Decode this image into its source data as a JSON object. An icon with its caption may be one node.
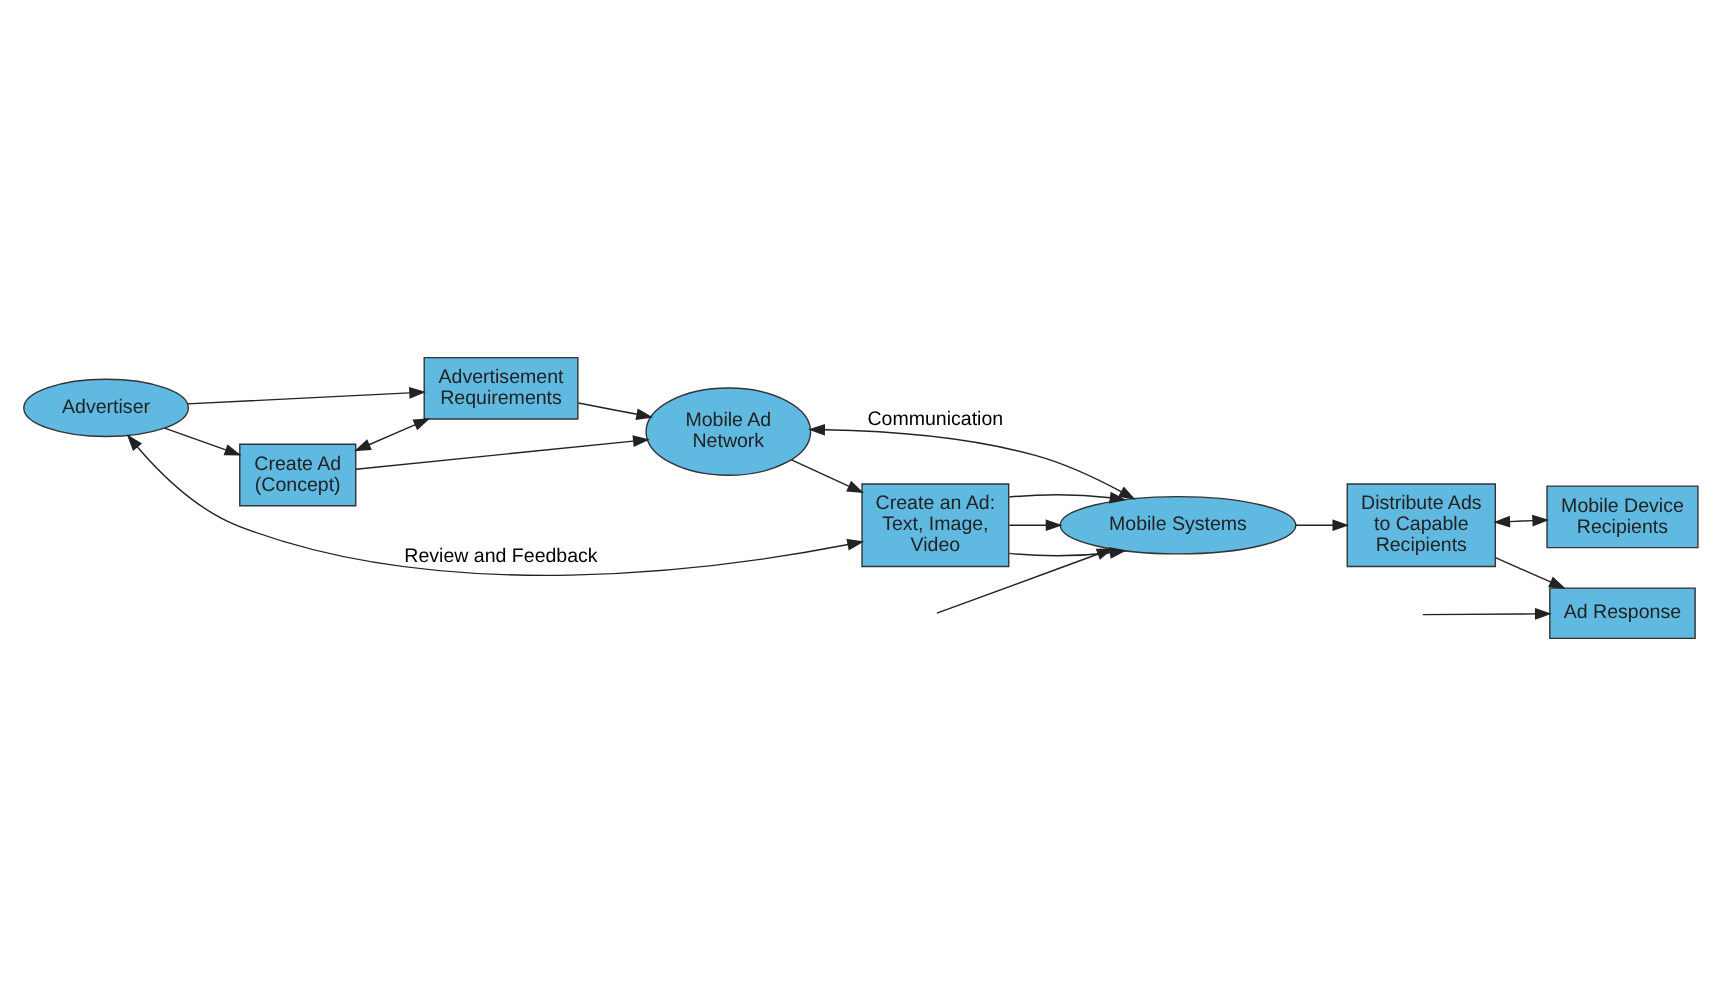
{
  "diagram": {
    "nodes": [
      {
        "text": [
          "Advertiser"
        ]
      },
      {
        "text": [
          "Create Ad (Concept)"
        ]
      },
      {
        "text": [
          "Advertisement Requirements"
        ]
      },
      {
        "text": [
          "Mobile Ad Network"
        ]
      },
      {
        "text": [
          "Create an Ad: Text, Image, Video"
        ]
      },
      {
        "text": [
          "Mobile Systems"
        ]
      },
      {
        "text": [
          "Distribute Ads to Capable Recipients"
        ]
      },
      {
        "text": [
          "Mobile Device Recipients"
        ]
      },
      {
        "text": [
          "Ad Response"
        ]
      }
    ],
    "edges": [
      {
        "from": 0,
        "to": 1,
        "arrow": "to"
      },
      {
        "from": 0,
        "to": 2,
        "arrow": "to"
      },
      {
        "from": 1,
        "to": 2,
        "arrow": "both"
      },
      {
        "from": 1,
        "to": 3,
        "arrow": "to"
      },
      {
        "from": 2,
        "to": 3,
        "arrow": "to"
      },
      {
        "from": 3,
        "to": 4,
        "arrow": "to"
      },
      {
        "from": 4,
        "to": 5,
        "arrow": "to"
      },
      {
        "from": 4,
        "to": 5,
        "arrow": "to"
      },
      {
        "from": 4,
        "to": 5,
        "arrow": "to"
      },
      {
        "from": 3,
        "to": 5,
        "arrow": "both",
        "label": "Communication"
      },
      {
        "from": 4,
        "to": 0,
        "arrow": "both",
        "label": "Review and Feedback"
      },
      {
        "from": 5,
        "to": 6,
        "arrow": "to"
      },
      {
        "from": 6,
        "to": 7,
        "arrow": "both"
      },
      {
        "from": 6,
        "to": 8,
        "arrow": "to"
      },
      {
        "from": null,
        "to": 5,
        "arrow": "to"
      },
      {
        "from": null,
        "to": 8,
        "arrow": "to"
      }
    ]
  }
}
